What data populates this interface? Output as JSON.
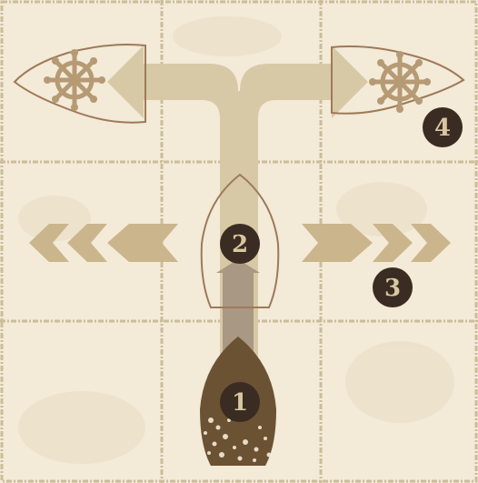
{
  "board": {
    "grid_columns": 3,
    "grid_rows": 3,
    "colors": {
      "parchment": "#f3ead8",
      "grid_line": "#cbbd99",
      "arrow_light": "#d8c9a6",
      "arrow_mid": "#cbb58c",
      "arrow_dark": "#a99883",
      "ship_outline": "#9e7a58",
      "ship_dark": "#6b5233",
      "marker_bg": "#3a2c22",
      "marker_text": "#d8c7a0"
    }
  },
  "markers": [
    {
      "id": "1",
      "label": "1"
    },
    {
      "id": "2",
      "label": "2"
    },
    {
      "id": "3",
      "label": "3"
    },
    {
      "id": "4",
      "label": "4"
    }
  ],
  "icons": {
    "ship_wheel": "ship-wheel-icon",
    "boat": "boat-icon",
    "chevron": "chevron-icon"
  }
}
